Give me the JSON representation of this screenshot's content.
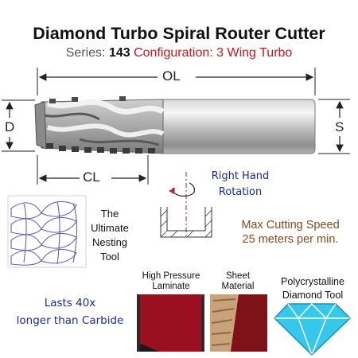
{
  "header": {
    "title": "Diamond Turbo Spiral Router Cutter",
    "series_label": "Series:",
    "series_number": "143",
    "configuration": "Configuration: 3 Wing Turbo"
  },
  "dimensions": {
    "overall_length": "OL",
    "diameter": "D",
    "shank": "S",
    "cutting_length": "CL"
  },
  "rotation": {
    "line1": "Right Hand",
    "line2": "Rotation"
  },
  "nesting": {
    "line1": "The",
    "line2": "Ultimate",
    "line3": "Nesting",
    "line4": "Tool"
  },
  "speed": {
    "line1": "Max Cutting Speed",
    "line2": "25 meters per min."
  },
  "materials": {
    "hpl_line1": "High Pressure",
    "hpl_line2": "Laminate",
    "sheet_line1": "Sheet",
    "sheet_line2": "Material"
  },
  "pcd": {
    "line1": "Polycrystalline",
    "line2": "Diamond Tool"
  },
  "lasts": {
    "line1": "Lasts 40x",
    "line2": "longer than Carbide"
  },
  "colors": {
    "title": "#111111",
    "configuration": "#c8161d",
    "blue_text": "#1a2a9a",
    "brown_text": "#8a4a1e",
    "laminate_red": "#8b0f1e",
    "diamond": "#35c8ea"
  }
}
